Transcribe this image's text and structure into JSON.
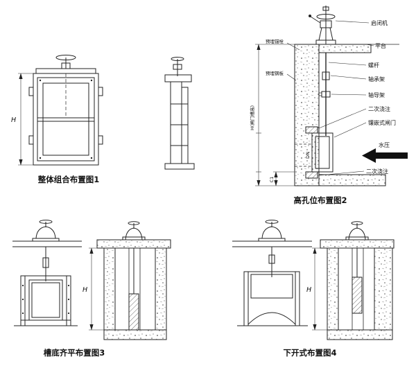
{
  "colors": {
    "background": "#ffffff",
    "line": "#222222",
    "arrow_fill": "#111111"
  },
  "captions": {
    "diagram1": "整体组合布置图1",
    "diagram2": "高孔位布置图2",
    "diagram3": "槽底齐平布置图3",
    "diagram4": "下开式布置图4"
  },
  "diagram1": {
    "dim_height": "H"
  },
  "diagram2": {
    "hoist": "启闭机",
    "platform": "平台",
    "screw_rod": "螺杆",
    "bearing_bracket": "轴承架",
    "shaft_guide_bracket": "轴导架",
    "secondary_pour_upper": "二次浇注",
    "embedded_gate": "镶嵌式闸门",
    "water_pressure": "水压",
    "secondary_pour_lower": "二次浇注",
    "embedded_anchor_bolt": "预埋锚栓",
    "embedded_steel_plate": "预埋钢板",
    "dim_gate_slot_height": "H(闸门槽高)",
    "dim_dn": "DN",
    "dim_c1": "C1"
  },
  "diagram3": {
    "dim_height": "H"
  },
  "diagram4": {
    "dim_height": "H"
  }
}
